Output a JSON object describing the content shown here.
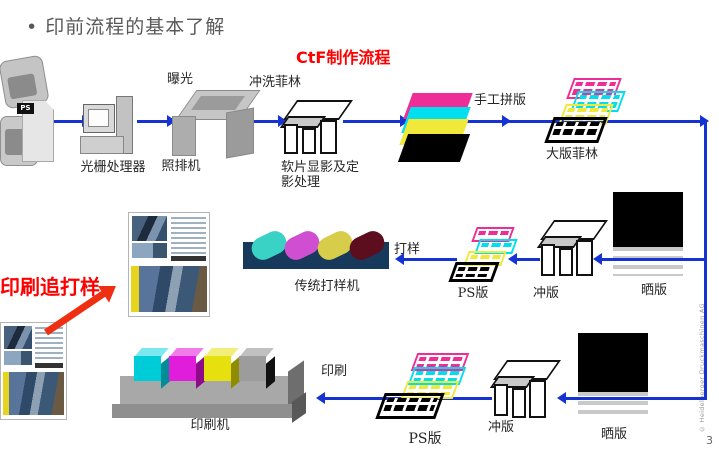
{
  "slide": {
    "bullet": "•",
    "title": "印前流程的基本了解",
    "subtitle_red": "CtF制作流程",
    "callout_red": "印刷追打样",
    "page_number": "3",
    "copyright_vertical": "© Heidelberger Druckmaschinen AG"
  },
  "flow": {
    "row1": {
      "input_doc_badge": "PS",
      "rip": "光栅处理器",
      "imagesetter": "照排机",
      "expose": "曝光",
      "film_process": "冲洗菲林",
      "film_develop": "软片显影及定影处理",
      "manual_imposition": "手工拼版",
      "large_film": "大版菲林"
    },
    "row2": {
      "plate_burning": "晒版",
      "plate_processing": "冲版",
      "ps_plate": "PS版",
      "proofing": "打样",
      "traditional_proofer": "传统打样机"
    },
    "row3": {
      "printing": "印刷",
      "press": "印刷机",
      "ps_plate": "PS版",
      "plate_processing": "冲版",
      "plate_burning": "晒版"
    }
  },
  "colors": {
    "arrow_blue": "#1533d2",
    "accent_red": "#ff0000",
    "cyan": "#00dff0",
    "magenta": "#ee2d96",
    "yellow": "#f0e93a",
    "black": "#000000",
    "proofer_navy": "#17395c"
  }
}
